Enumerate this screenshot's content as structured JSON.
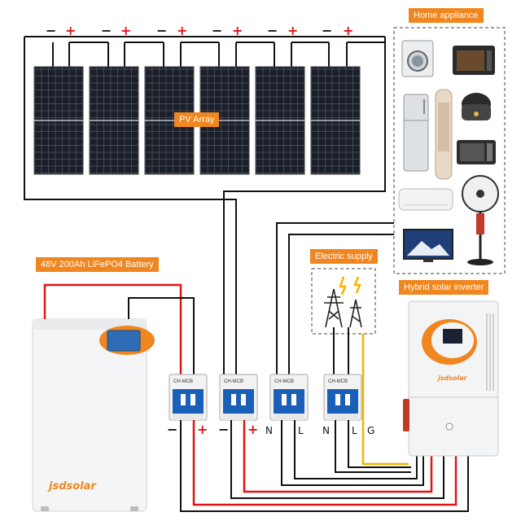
{
  "labels": {
    "home_appliance": "Home appliance",
    "pv_array": "PV Array",
    "battery": "48V 200Ah LiFePO4 Battery",
    "electric_supply": "Electric supply",
    "inverter": "Hybrid solar inverter",
    "brand": "jsdsolar",
    "inverter_brand": "jsdsolar",
    "breaker_brand": "CH-MCB"
  },
  "panel_terminals": {
    "minus": "−",
    "plus": "+"
  },
  "breaker_terminals": [
    "−",
    "+",
    "−",
    "+",
    "N",
    "L",
    "N",
    "L",
    "G"
  ],
  "colors": {
    "accent": "#f0861f",
    "wire_dc_pos": "#e01515",
    "wire_ground": "#f5b400",
    "wire_neutral": "#111111",
    "breaker_blue": "#1a5fb8"
  },
  "appliances": [
    "washing-machine",
    "oven",
    "refrigerator",
    "air-purifier",
    "rice-cooker",
    "microwave",
    "air-conditioner",
    "television",
    "stand-fan"
  ]
}
